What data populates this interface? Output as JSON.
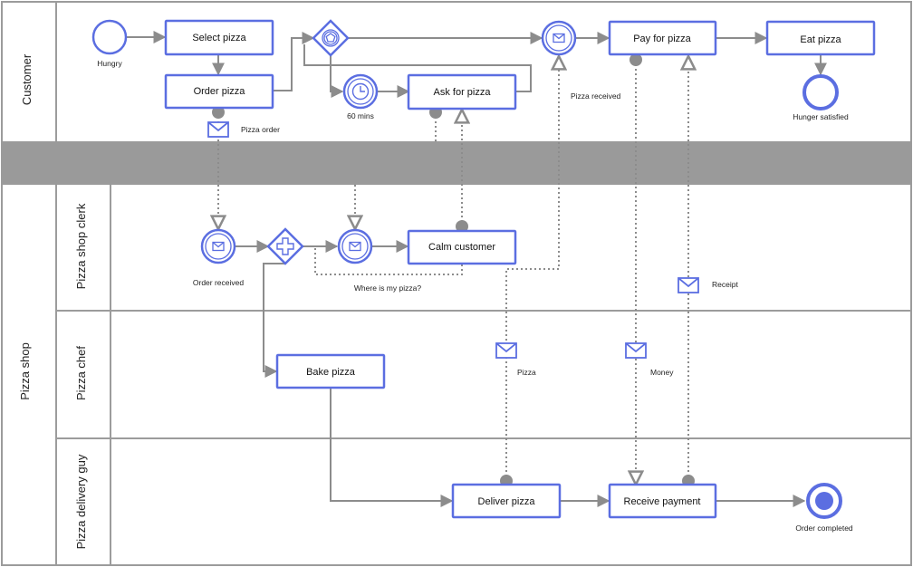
{
  "pools": {
    "customer": "Customer",
    "pizza_shop": "Pizza shop"
  },
  "lanes": {
    "clerk": "Pizza shop clerk",
    "chef": "Pizza chef",
    "delivery": "Pizza delivery guy"
  },
  "tasks": {
    "select_pizza": "Select pizza",
    "order_pizza": "Order pizza",
    "ask_for_pizza": "Ask for pizza",
    "pay_for_pizza": "Pay for pizza",
    "eat_pizza": "Eat pizza",
    "calm_customer": "Calm customer",
    "bake_pizza": "Bake pizza",
    "deliver_pizza": "Deliver pizza",
    "receive_payment": "Receive payment"
  },
  "events": {
    "hungry": "Hungry",
    "sixty_mins": "60 mins",
    "pizza_received": "Pizza received",
    "hunger_satisfied": "Hunger satisfied",
    "order_received": "Order received",
    "where_is_my_pizza": "Where is my pizza?",
    "order_completed": "Order completed"
  },
  "messages": {
    "pizza_order": "Pizza order",
    "receipt": "Receipt",
    "pizza": "Pizza",
    "money": "Money"
  },
  "colors": {
    "stroke": "#5b6ee1",
    "flow": "#8c8c8c",
    "band": "#9a9a9a",
    "border": "#9c9c9c"
  }
}
